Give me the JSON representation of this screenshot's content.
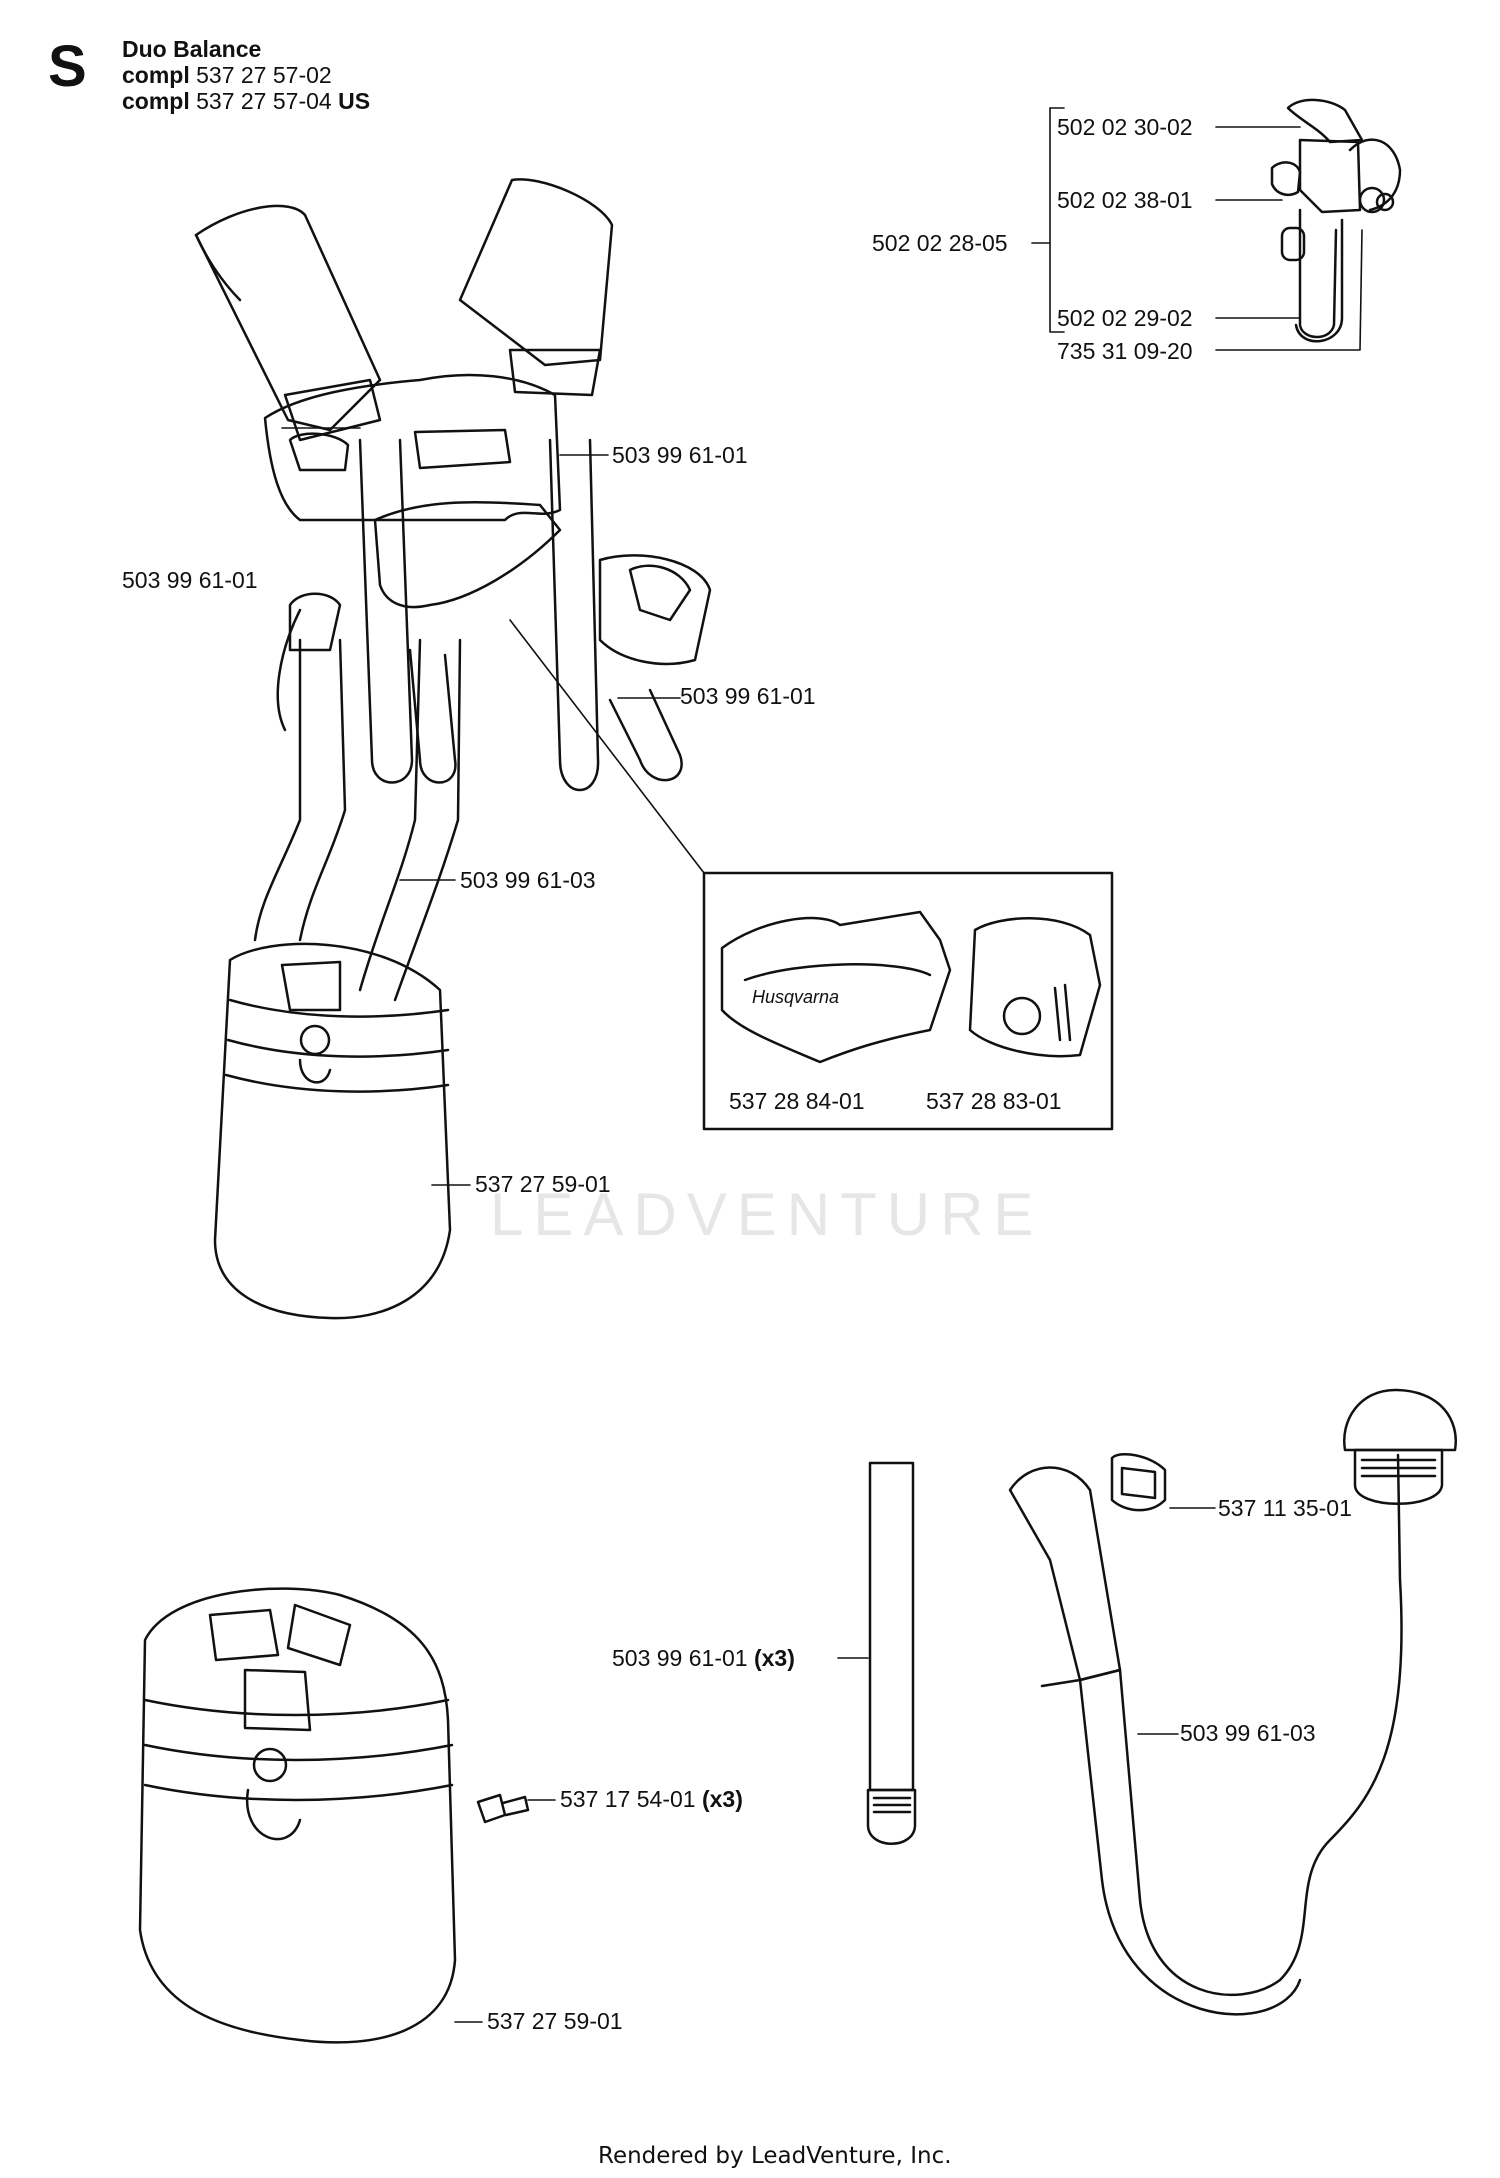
{
  "header": {
    "section_letter": "S",
    "title": "Duo Balance",
    "lines": [
      {
        "prefix": "compl",
        "number": "537 27 57-02",
        "suffix": ""
      },
      {
        "prefix": "compl",
        "number": "537 27 57-04",
        "suffix": "US"
      }
    ]
  },
  "callouts": {
    "holder_top": "502 02 30-02",
    "holder_pin": "502 02 38-01",
    "holder_assembly": "502 02 28-05",
    "holder_hook": "502 02 29-02",
    "holder_screw": "735 31 09-20",
    "strap_right_upper": "503 99 61-01",
    "strap_left": "503 99 61-01",
    "strap_right_lower": "503 99 61-01",
    "strap_hip": "503 99 61-03",
    "pad_front": "537 28 84-01",
    "pad_back": "537 28 83-01",
    "hip_pad_upper": "537 27 59-01",
    "buckle": "537 11 35-01",
    "strap_single": "503 99 61-01",
    "strap_single_qty": "(x3)",
    "strap_long": "503 99 61-03",
    "screw": "537 17 54-01",
    "screw_qty": "(x3)",
    "hip_pad_lower": "537 27 59-01"
  },
  "detail_logo": "Husqvarna",
  "watermark": "LEADVENTURE",
  "footer": "Rendered by LeadVenture, Inc."
}
